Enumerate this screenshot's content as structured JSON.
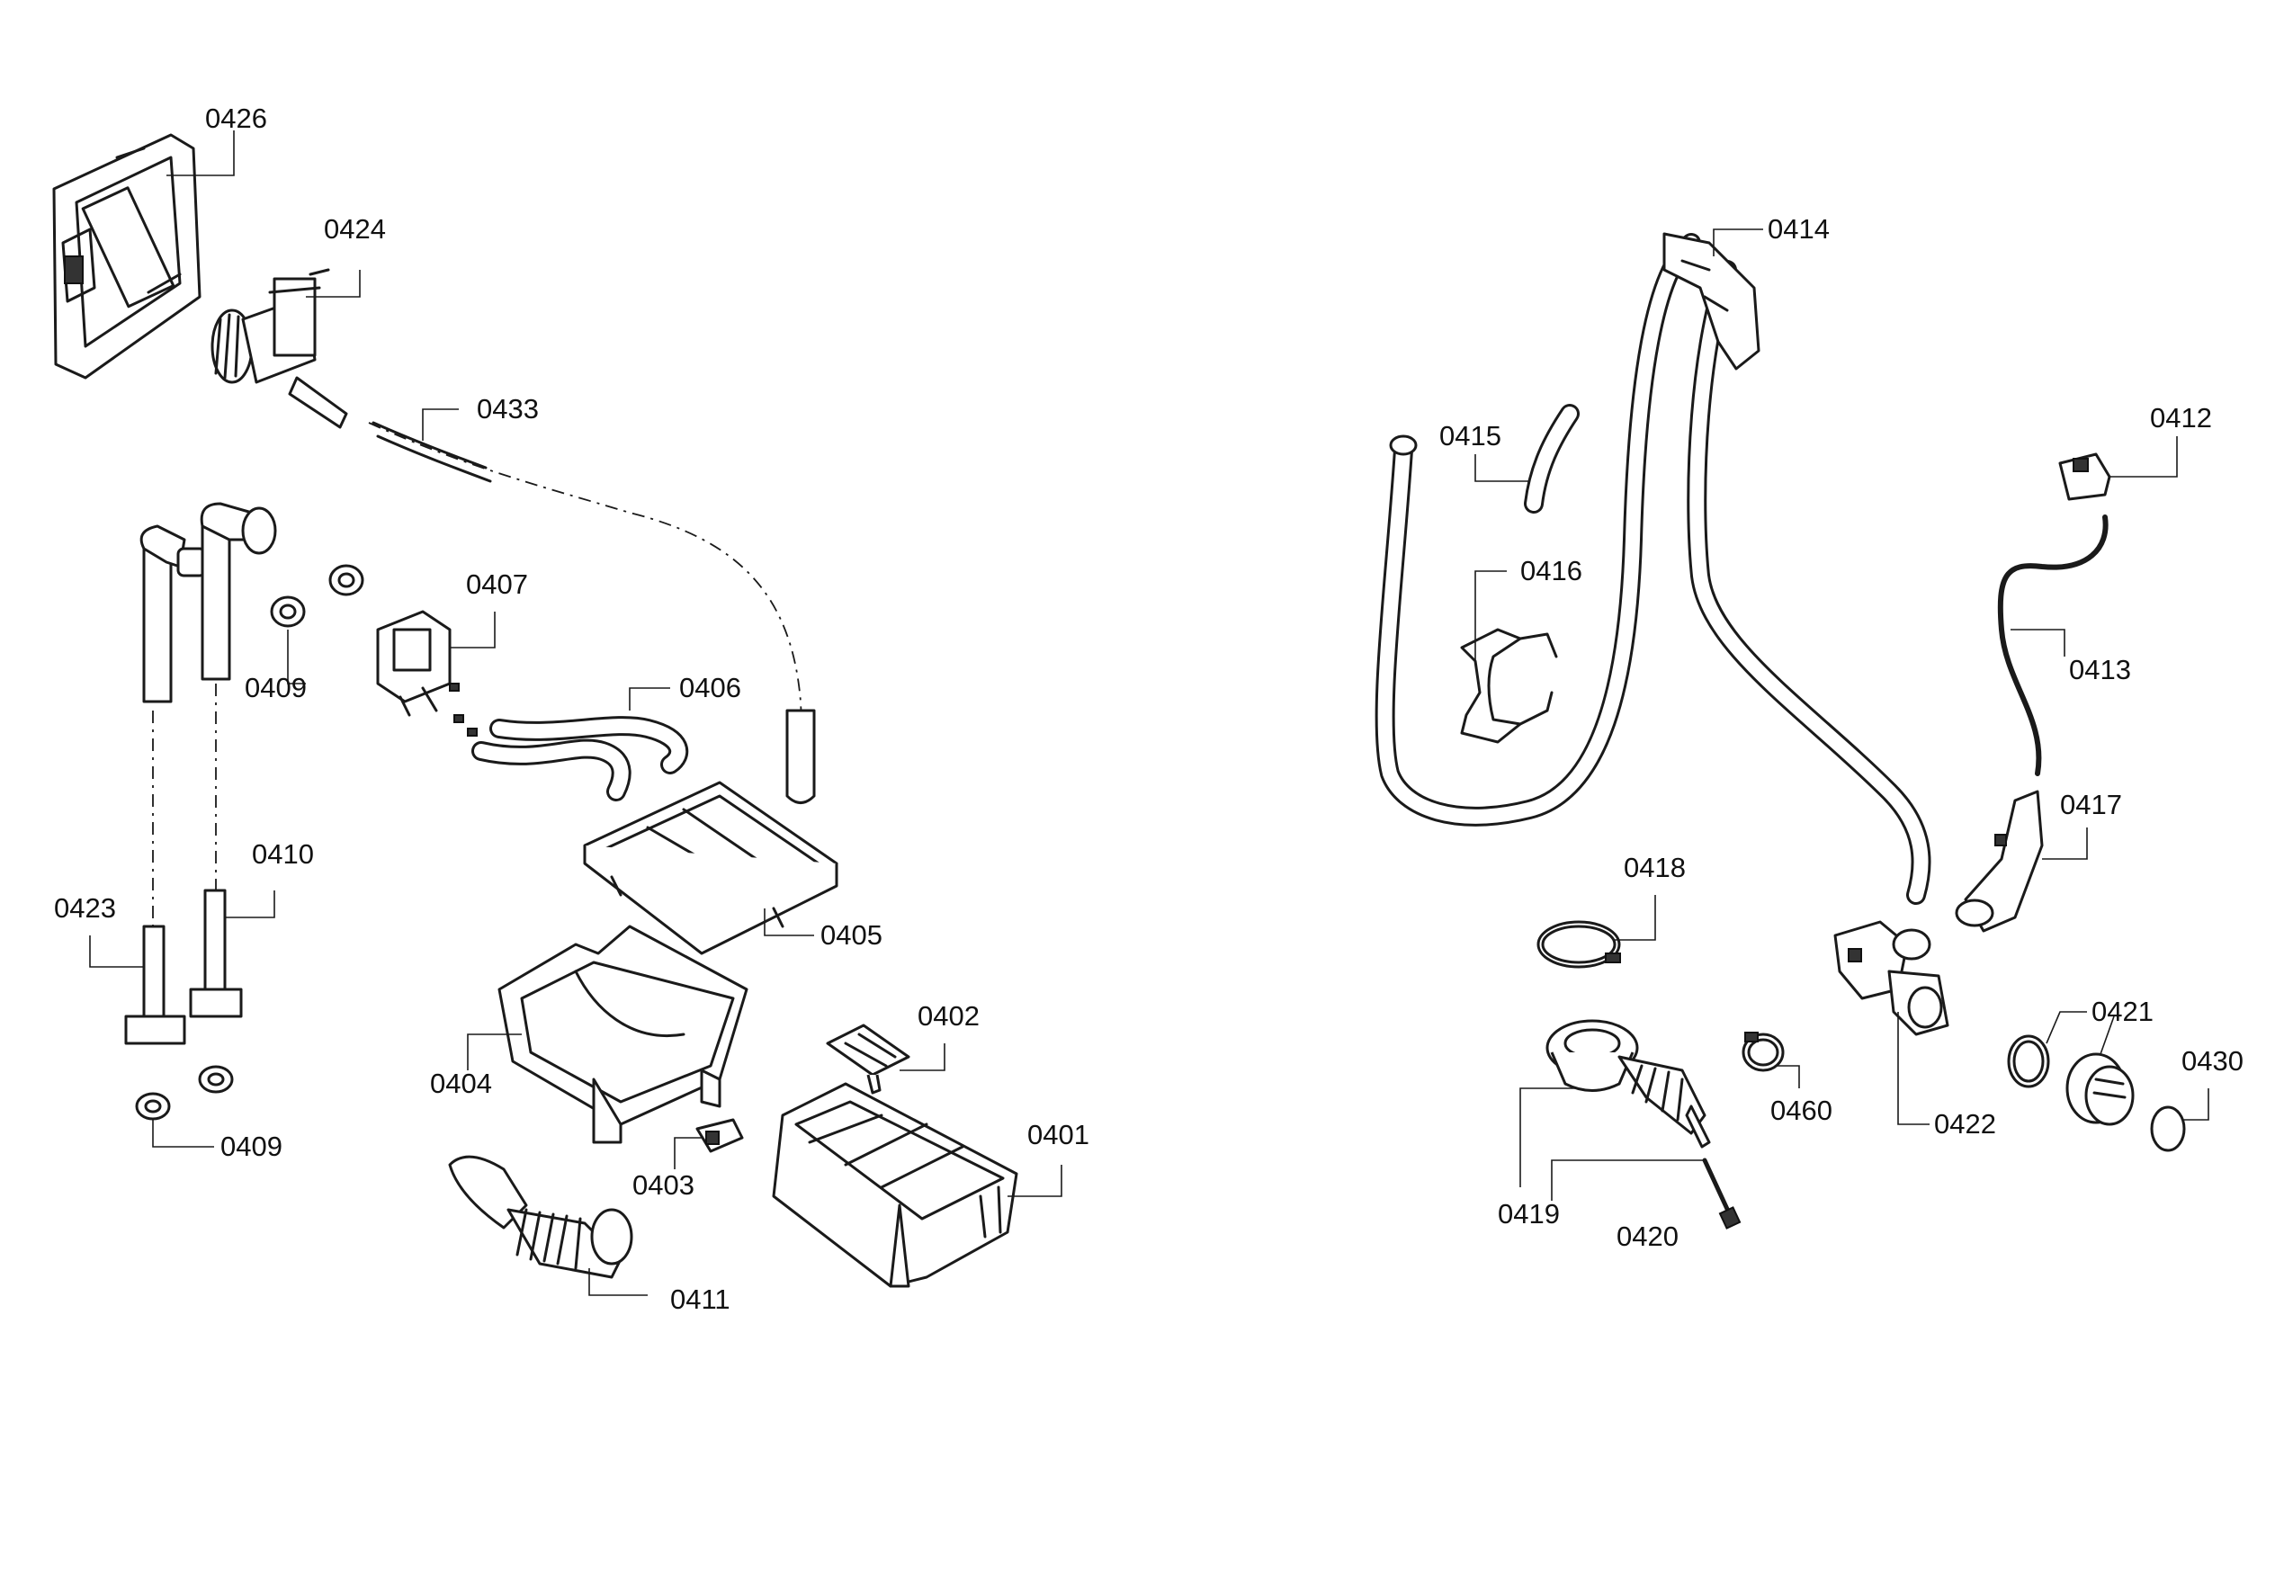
{
  "labels": {
    "p0401": "0401",
    "p0402": "0402",
    "p0403": "0403",
    "p0404": "0404",
    "p0405": "0405",
    "p0406": "0406",
    "p0407": "0407",
    "p0409a": "0409",
    "p0409b": "0409",
    "p0410": "0410",
    "p0411": "0411",
    "p0412": "0412",
    "p0413": "0413",
    "p0414": "0414",
    "p0415": "0415",
    "p0416": "0416",
    "p0417": "0417",
    "p0418": "0418",
    "p0419": "0419",
    "p0420": "0420",
    "p0421": "0421",
    "p0422": "0422",
    "p0423": "0423",
    "p0424": "0424",
    "p0426": "0426",
    "p0430": "0430",
    "p0433": "0433",
    "p0460": "0460"
  }
}
